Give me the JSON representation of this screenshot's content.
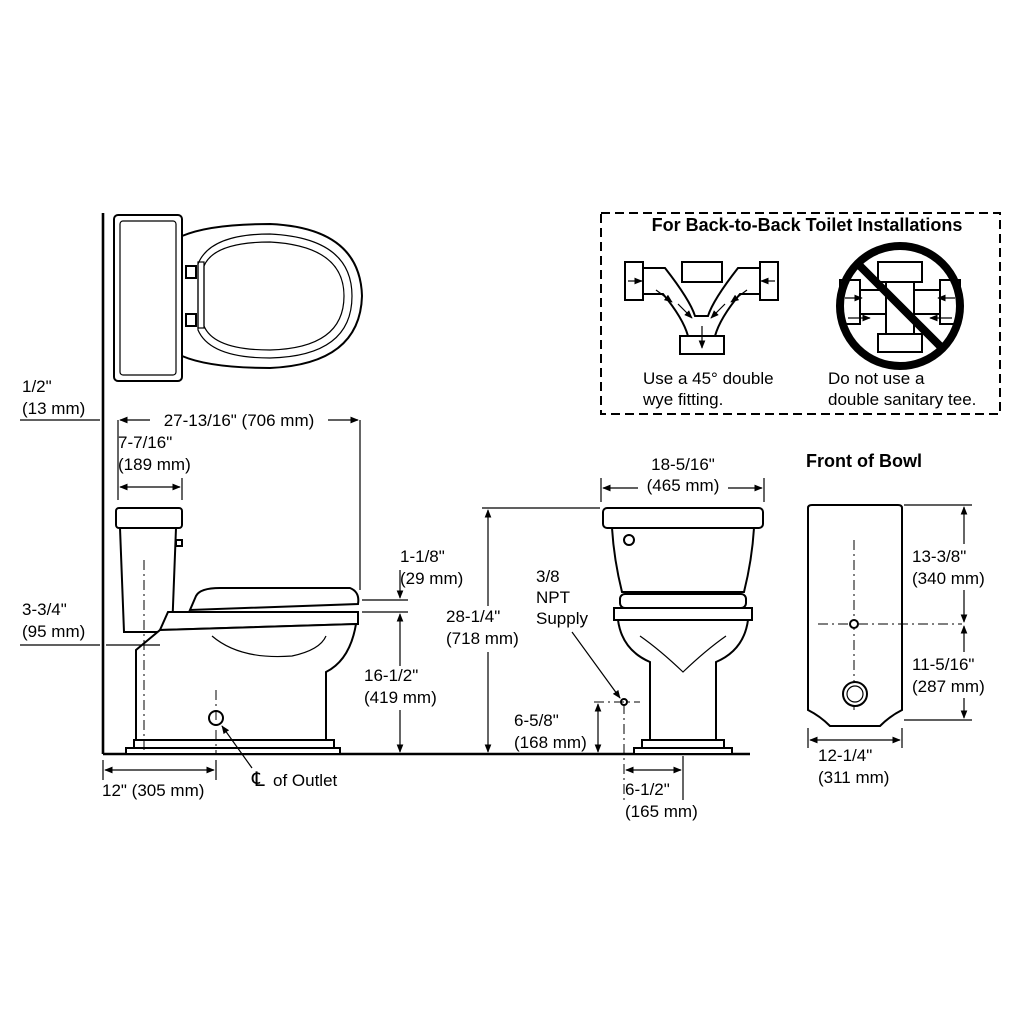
{
  "back_to_back": {
    "title": "For Back-to-Back Toilet Installations",
    "ok_line1": "Use a 45° double",
    "ok_line2": "wye fitting.",
    "no_line1": "Do not use a",
    "no_line2": "double sanitary tee."
  },
  "side_view": {
    "wall_offset_in": "1/2\"",
    "wall_offset_mm": "(13 mm)",
    "overall_depth": "27-13/16\" (706 mm)",
    "tank_depth_in": "7-7/16\"",
    "tank_depth_mm": "(189 mm)",
    "tank_base_in": "3-3/4\"",
    "tank_base_mm": "(95 mm)",
    "seat_step_in": "1-1/8\"",
    "seat_step_mm": "(29 mm)",
    "rim_height_in": "16-1/2\"",
    "rim_height_mm": "(419 mm)",
    "rough_in": "12\" (305 mm)",
    "outlet_label": "of Outlet",
    "centerline_symbol": "℄"
  },
  "front_view": {
    "width_in": "18-5/16\"",
    "width_mm": "(465 mm)",
    "height_in": "28-1/4\"",
    "height_mm": "(718 mm)",
    "supply_line1": "3/8",
    "supply_line2": "NPT",
    "supply_line3": "Supply",
    "supply_height_in": "6-5/8\"",
    "supply_height_mm": "(168 mm)",
    "supply_offset_in": "6-1/2\"",
    "supply_offset_mm": "(165 mm)"
  },
  "front_of_bowl": {
    "title": "Front of Bowl",
    "upper_in": "13-3/8\"",
    "upper_mm": "(340 mm)",
    "lower_in": "11-5/16\"",
    "lower_mm": "(287 mm)",
    "width_in": "12-1/4\"",
    "width_mm": "(311 mm)"
  }
}
